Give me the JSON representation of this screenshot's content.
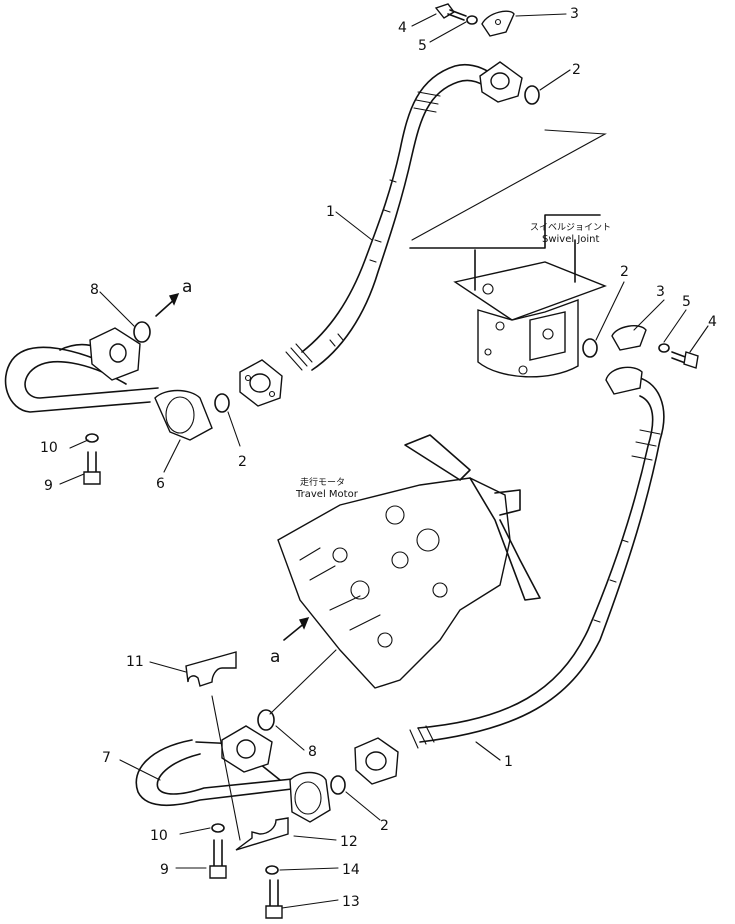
{
  "labels": {
    "swivel_jp": "スイベルジョイント",
    "swivel_en": "Swivel Joint",
    "motor_jp": "走行モータ",
    "motor_en": "Travel Motor",
    "view_upper": "a",
    "view_lower": "a"
  },
  "callouts": {
    "c4_top": "4",
    "c5_top": "5",
    "c3_top": "3",
    "c2_top": "2",
    "c1_upper": "1",
    "c8_upper": "8",
    "c10_upper": "10",
    "c9_upper": "9",
    "c6": "6",
    "c2_left": "2",
    "c2_right": "2",
    "c3_right": "3",
    "c5_right": "5",
    "c4_right": "4",
    "c11": "11",
    "c7": "7",
    "c8_lower": "8",
    "c1_lower": "1",
    "c2_lower": "2",
    "c10_lower": "10",
    "c12": "12",
    "c9_lower": "9",
    "c14": "14",
    "c13": "13"
  }
}
